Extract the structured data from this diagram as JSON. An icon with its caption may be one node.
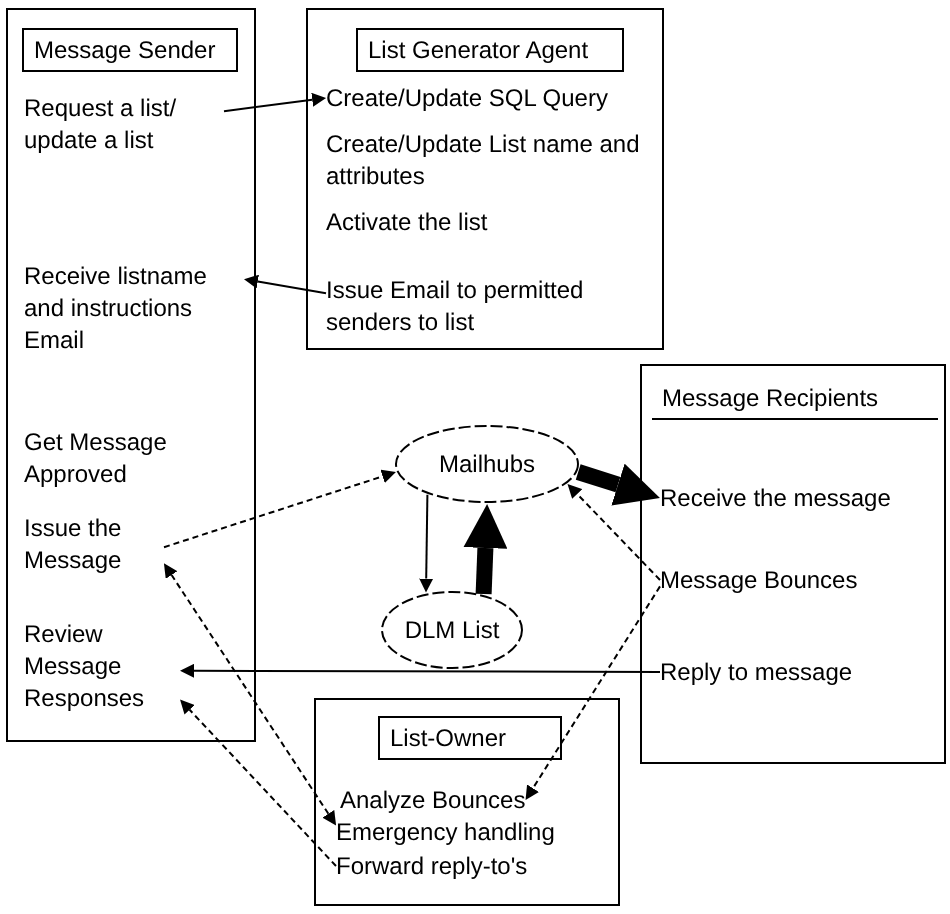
{
  "diagram": {
    "nodes": [
      {
        "text": [
          "Message Sender"
        ]
      },
      {
        "text": [
          "Request a list/ update a list"
        ],
        "in": 0
      },
      {
        "text": [
          "Receive listname and instructions Email"
        ],
        "in": 0
      },
      {
        "text": [
          "Get Message Approved"
        ],
        "in": 0
      },
      {
        "text": [
          "Issue the Message"
        ],
        "in": 0
      },
      {
        "text": [
          "Review Message Responses"
        ],
        "in": 0
      },
      {
        "text": [
          "List Generator Agent"
        ]
      },
      {
        "text": [
          "Create/Update SQL Query"
        ],
        "in": 6
      },
      {
        "text": [
          "Create/Update List name and attributes"
        ],
        "in": 6
      },
      {
        "text": [
          "Activate the list"
        ],
        "in": 6
      },
      {
        "text": [
          "Issue Email to permitted senders to list"
        ],
        "in": 6
      },
      {
        "text": [
          "Mailhubs"
        ]
      },
      {
        "text": [
          "DLM List"
        ]
      },
      {
        "text": [
          "Message Recipients"
        ]
      },
      {
        "text": [
          "Receive the message"
        ],
        "in": 13
      },
      {
        "text": [
          "Message Bounces"
        ],
        "in": 13
      },
      {
        "text": [
          "Reply to message"
        ],
        "in": 13
      },
      {
        "text": [
          "List-Owner"
        ]
      },
      {
        "text": [
          "Analyze Bounces"
        ],
        "in": 17
      },
      {
        "text": [
          "Emergency handling"
        ],
        "in": 17
      },
      {
        "text": [
          "Forward reply-to's"
        ],
        "in": 17
      }
    ],
    "edges": [
      {
        "from": 1,
        "to": 7,
        "arrow": "to"
      },
      {
        "from": 10,
        "to": 2,
        "arrow": "to"
      },
      {
        "from": 4,
        "to": 11,
        "arrow": "to",
        "style": "dashed"
      },
      {
        "from": 11,
        "to": 12,
        "arrow": "to"
      },
      {
        "from": 12,
        "to": 11,
        "arrow": "to",
        "style": "thick"
      },
      {
        "from": 11,
        "to": 14,
        "arrow": "to",
        "style": "thick"
      },
      {
        "from": 15,
        "to": 11,
        "arrow": "to",
        "style": "dashed"
      },
      {
        "from": 15,
        "to": 18,
        "arrow": "to",
        "style": "dashed"
      },
      {
        "from": 16,
        "to": 5,
        "arrow": "to"
      },
      {
        "from": 19,
        "to": 4,
        "arrow": "both",
        "style": "dashed"
      },
      {
        "from": 20,
        "to": 5,
        "arrow": "to",
        "style": "dashed"
      }
    ]
  }
}
